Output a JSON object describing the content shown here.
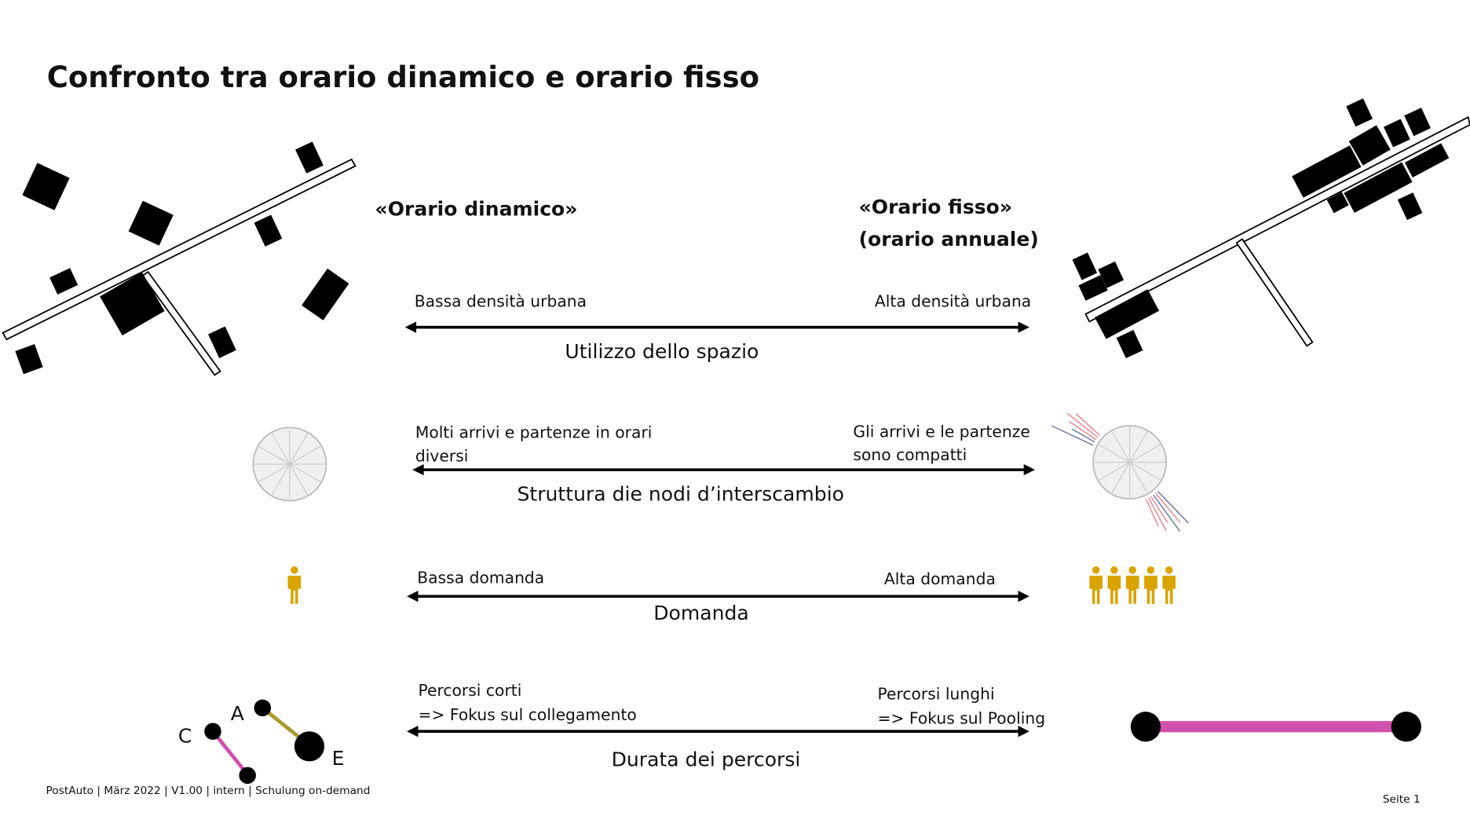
{
  "title": "Confronto tra orario dinamico e orario fisso",
  "left_heading": "«Orario dinamico»",
  "right_heading": [
    "«Orario fisso»",
    "(orario annuale)"
  ],
  "rows": [
    {
      "left": [
        "Bassa densità urbana"
      ],
      "right": [
        "Alta densità urbana"
      ],
      "axis": "Utilizzo dello spazio"
    },
    {
      "left": [
        "Molti arrivi e partenze in orari",
        "diversi"
      ],
      "right": [
        "Gli arrivi e le partenze",
        "sono compatti"
      ],
      "axis": "Struttura die nodi d’interscambio"
    },
    {
      "left": [
        "Bassa domanda"
      ],
      "right": [
        "Alta domanda"
      ],
      "axis": "Domanda"
    },
    {
      "left": [
        "Percorsi corti",
        "=> Fokus sul collegamento"
      ],
      "right": [
        "Percorsi lunghi",
        "=> Fokus sul Pooling"
      ],
      "axis": "Durata dei percorsi"
    }
  ],
  "route_labels": {
    "a": "A",
    "c": "C",
    "e": "E"
  },
  "footer": "PostAuto | März 2022 | V1.00 | intern | Schulung on-demand",
  "page": "Seite 1",
  "colors": {
    "person": "#d9a400",
    "magenta": "#d050b0",
    "olive": "#a89a30",
    "red": "#e05060",
    "navy": "#303a70"
  }
}
